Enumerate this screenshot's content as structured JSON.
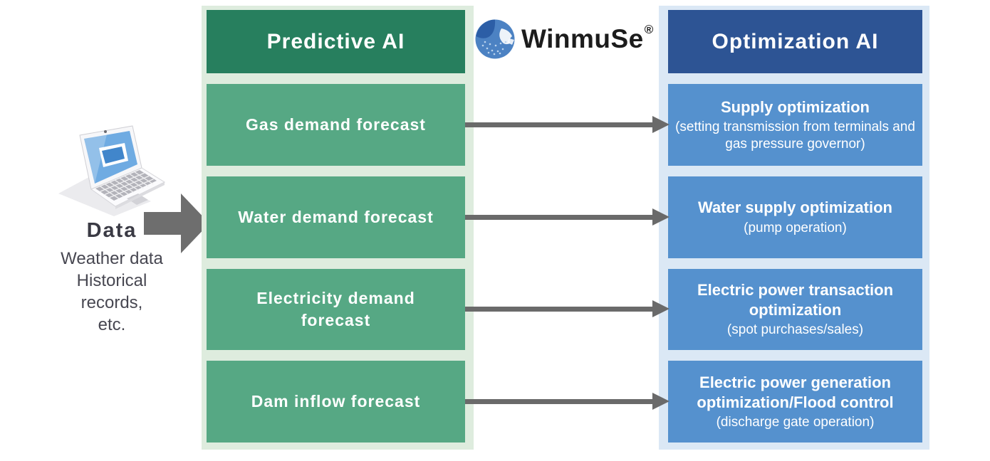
{
  "palette": {
    "predictive_header_bg": "#277f5e",
    "predictive_box_bg": "#56a884",
    "predictive_panel_bg": "#deecde",
    "optimization_header_bg": "#2d5494",
    "optimization_box_bg": "#5591ce",
    "optimization_panel_bg": "#dbe8f5",
    "arrow_gray": "#6a6a6a",
    "box_text": "#ffffff",
    "body_text": "#474751",
    "logo_globe_blue": "#4c82c3"
  },
  "source": {
    "label": "Data",
    "description_lines": [
      "Weather data",
      "Historical",
      "records,",
      "etc."
    ],
    "icon": "laptop-icon"
  },
  "logo": {
    "text": "WinmuSe",
    "mark": "®",
    "icon": "globe-icon"
  },
  "predictive_column": {
    "header": "Predictive AI",
    "items": [
      {
        "label": "Gas demand forecast"
      },
      {
        "label": "Water demand forecast"
      },
      {
        "label": "Electricity demand forecast"
      },
      {
        "label": "Dam inflow forecast"
      }
    ]
  },
  "optimization_column": {
    "header": "Optimization AI",
    "items": [
      {
        "title": "Supply optimization",
        "subtitle": "(setting transmission from terminals and gas pressure governor)"
      },
      {
        "title": "Water supply optimization",
        "subtitle": "(pump operation)"
      },
      {
        "title": "Electric power transaction optimization",
        "subtitle": "(spot purchases/sales)"
      },
      {
        "title": "Electric power generation optimization/Flood control",
        "subtitle": "(discharge gate operation)"
      }
    ]
  },
  "connections": [
    {
      "from": "Gas demand forecast",
      "to": "Supply optimization"
    },
    {
      "from": "Water demand forecast",
      "to": "Water supply optimization"
    },
    {
      "from": "Electricity demand forecast",
      "to": "Electric power transaction optimization"
    },
    {
      "from": "Dam inflow forecast",
      "to": "Electric power generation optimization/Flood control"
    }
  ]
}
